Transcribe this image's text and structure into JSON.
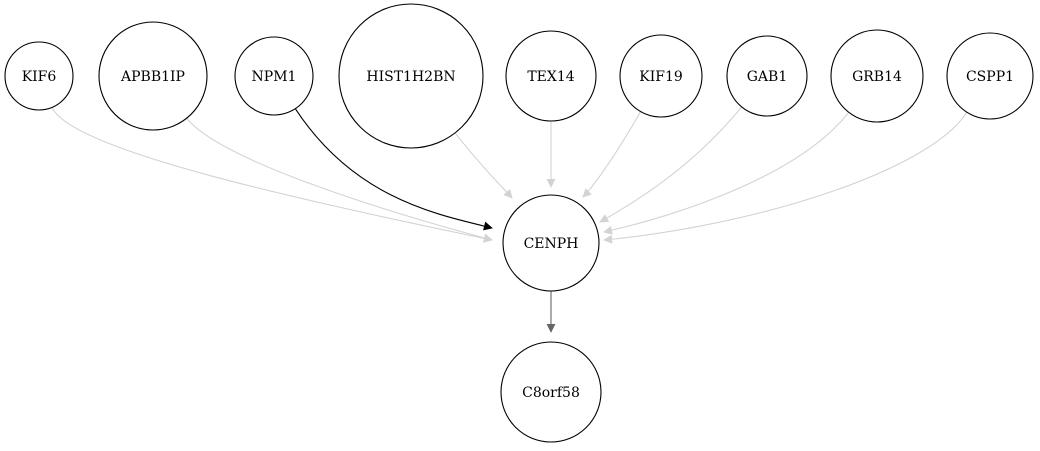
{
  "colors": {
    "background": "#ffffff",
    "node_stroke": "#000000",
    "edge_light": "#d3d3d3",
    "edge_dark": "#000000",
    "edge_mid": "#666666"
  },
  "nodes": [
    {
      "id": "kif6",
      "label": "KIF6"
    },
    {
      "id": "apbb1ip",
      "label": "APBB1IP"
    },
    {
      "id": "npm1",
      "label": "NPM1"
    },
    {
      "id": "hist1h2bn",
      "label": "HIST1H2BN"
    },
    {
      "id": "tex14",
      "label": "TEX14"
    },
    {
      "id": "kif19",
      "label": "KIF19"
    },
    {
      "id": "gab1",
      "label": "GAB1"
    },
    {
      "id": "grb14",
      "label": "GRB14"
    },
    {
      "id": "cspp1",
      "label": "CSPP1"
    },
    {
      "id": "cenph",
      "label": "CENPH"
    },
    {
      "id": "c8orf58",
      "label": "C8orf58"
    }
  ],
  "edges": [
    {
      "from": "kif6",
      "to": "cenph",
      "color": "#d3d3d3"
    },
    {
      "from": "apbb1ip",
      "to": "cenph",
      "color": "#d3d3d3"
    },
    {
      "from": "npm1",
      "to": "cenph",
      "color": "#000000"
    },
    {
      "from": "hist1h2bn",
      "to": "cenph",
      "color": "#d3d3d3"
    },
    {
      "from": "tex14",
      "to": "cenph",
      "color": "#d3d3d3"
    },
    {
      "from": "kif19",
      "to": "cenph",
      "color": "#d3d3d3"
    },
    {
      "from": "gab1",
      "to": "cenph",
      "color": "#d3d3d3"
    },
    {
      "from": "grb14",
      "to": "cenph",
      "color": "#d3d3d3"
    },
    {
      "from": "cspp1",
      "to": "cenph",
      "color": "#d3d3d3"
    },
    {
      "from": "cenph",
      "to": "c8orf58",
      "color": "#666666"
    }
  ]
}
